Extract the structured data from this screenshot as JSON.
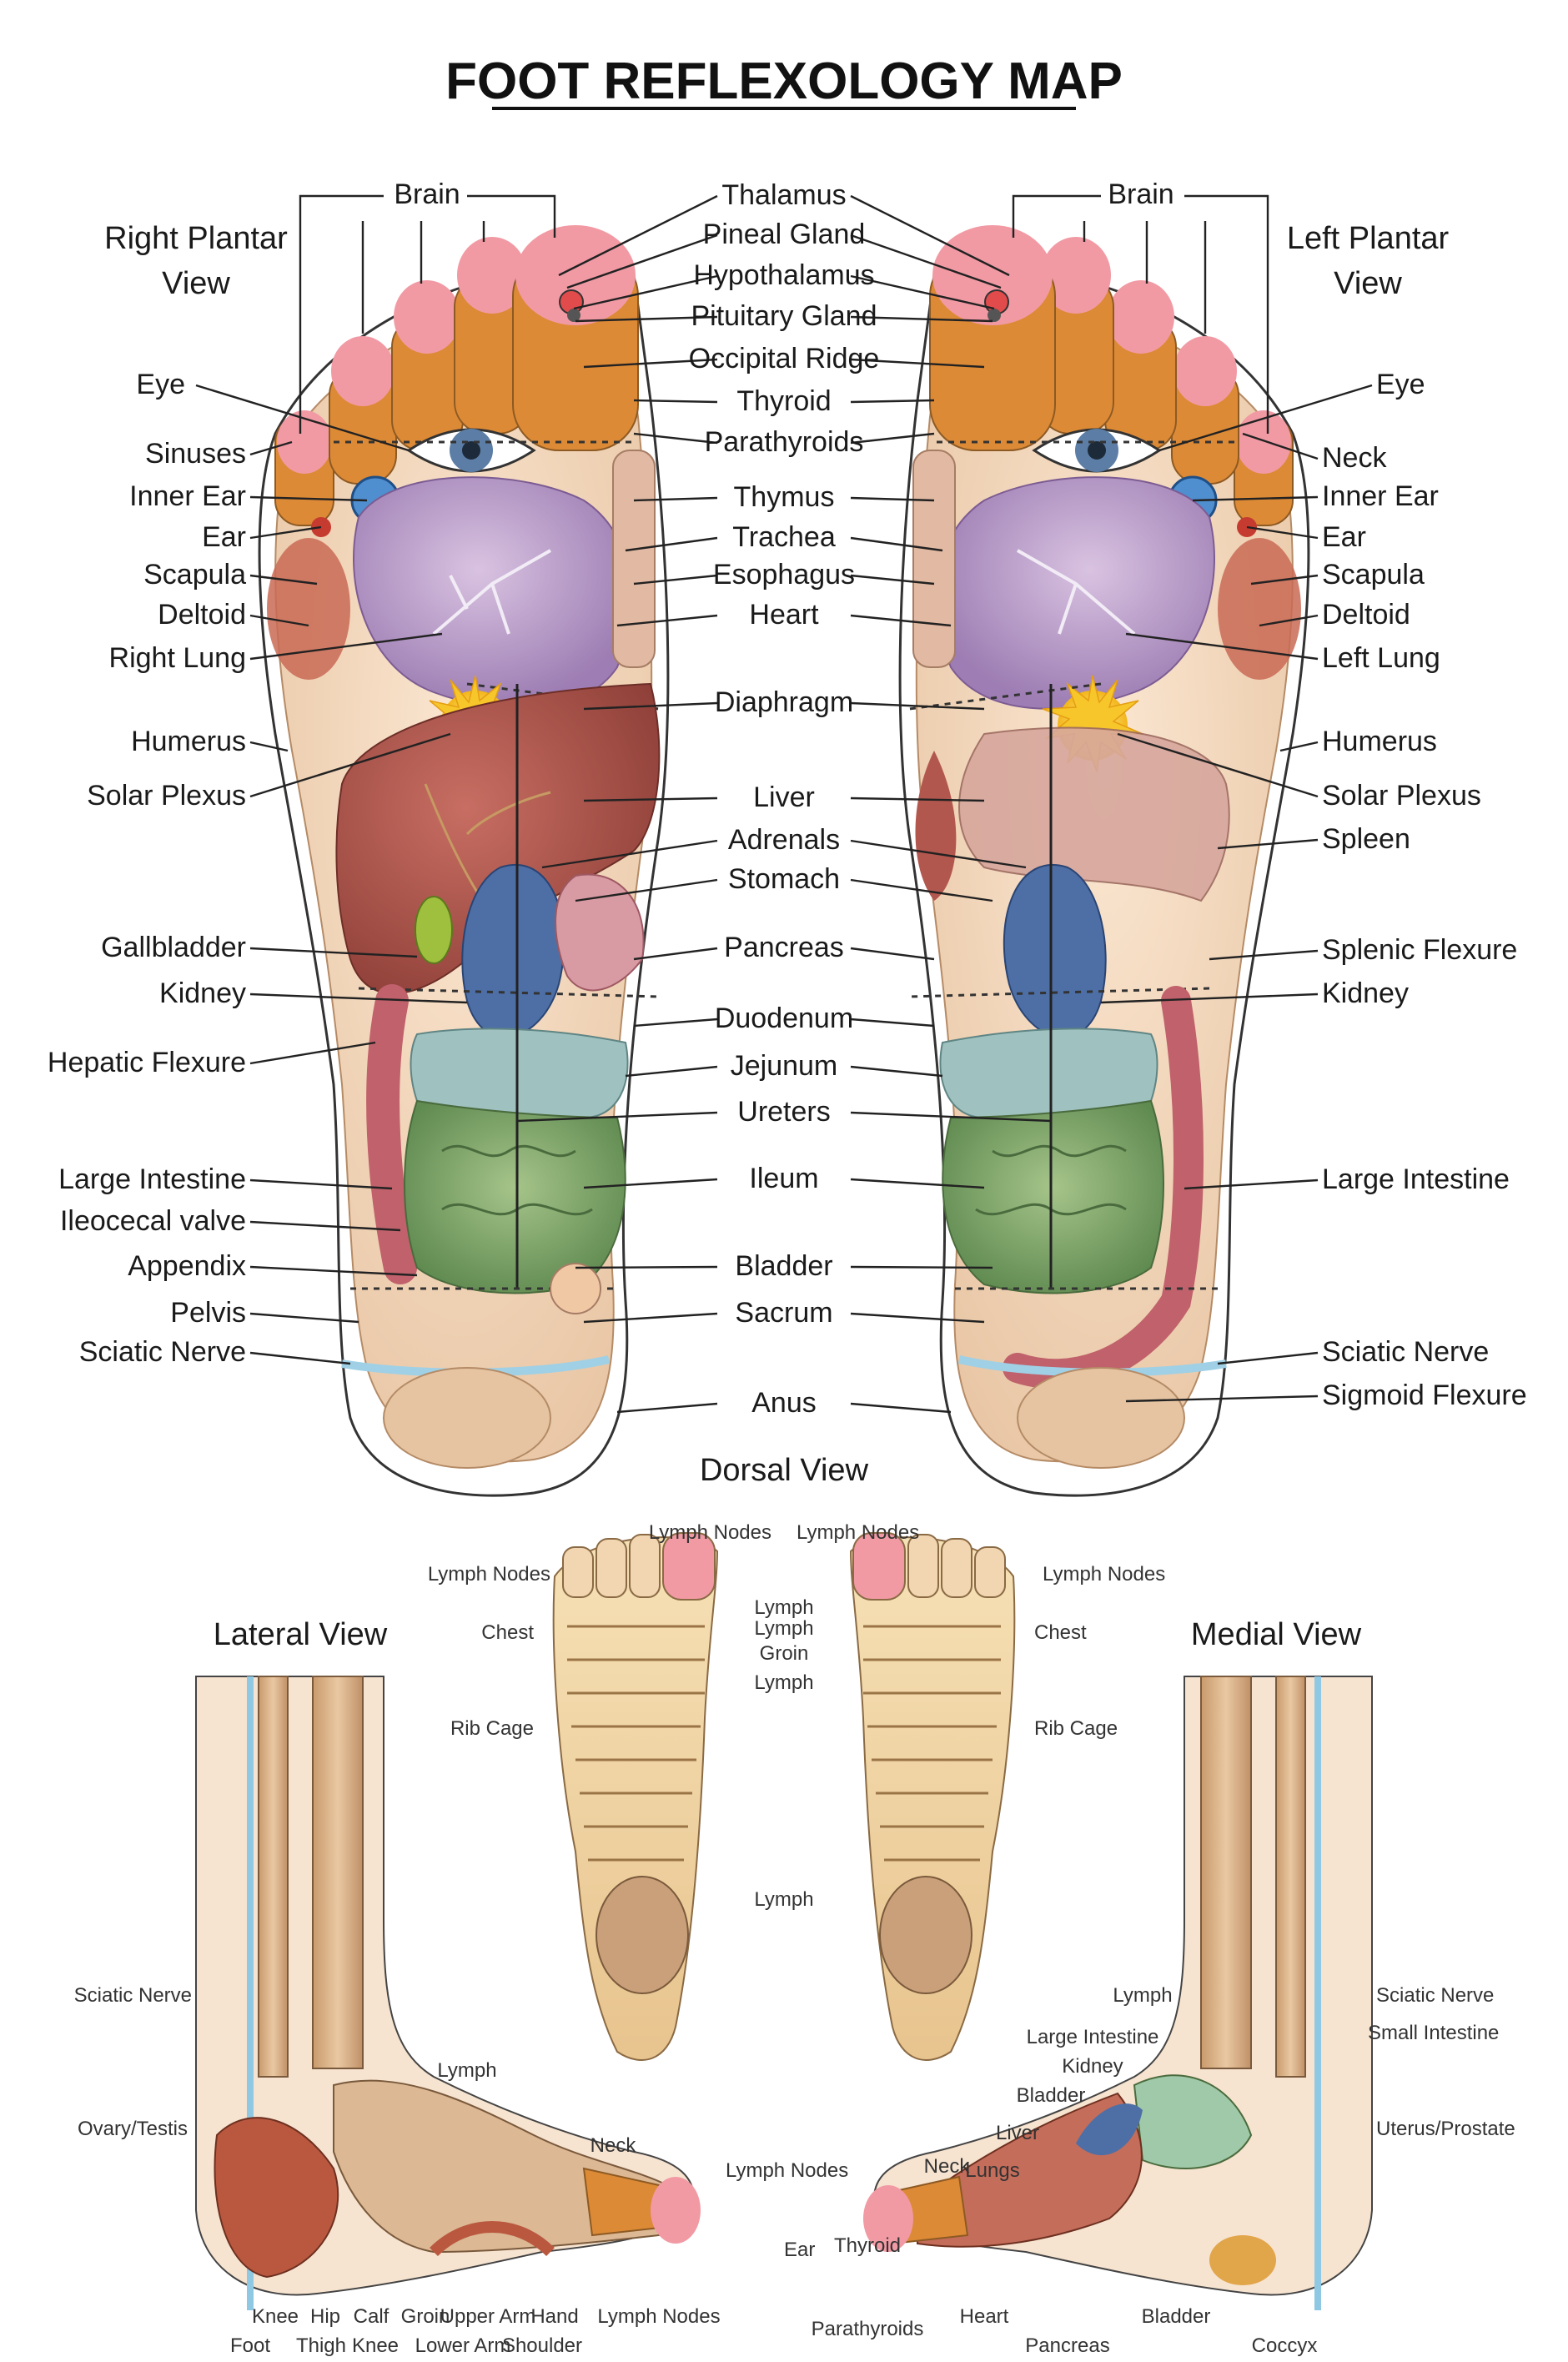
{
  "title": "FOOT REFLEXOLOGY MAP",
  "views": {
    "right_plantar": "Right Plantar\nView",
    "left_plantar": "Left Plantar\nView",
    "dorsal": "Dorsal View",
    "lateral": "Lateral View",
    "medial": "Medial View"
  },
  "brain_label": "Brain",
  "center_labels": [
    "Thalamus",
    "Pineal Gland",
    "Hypothalamus",
    "Pituitary Gland",
    "Occipital Ridge",
    "Thyroid",
    "Parathyroids",
    "Thymus",
    "Trachea",
    "Esophagus",
    "Heart",
    "Diaphragm",
    "Liver",
    "Adrenals",
    "Stomach",
    "Pancreas",
    "Duodenum",
    "Jejunum",
    "Ureters",
    "Ileum",
    "Bladder",
    "Sacrum",
    "Anus"
  ],
  "right_side_labels": [
    "Eye",
    "Sinuses",
    "Inner Ear",
    "Ear",
    "Scapula",
    "Deltoid",
    "Right Lung",
    "Humerus",
    "Solar Plexus",
    "Gallbladder",
    "Kidney",
    "Hepatic Flexure",
    "Large Intestine",
    "Ileocecal valve",
    "Appendix",
    "Pelvis",
    "Sciatic Nerve"
  ],
  "left_side_labels": [
    "Eye",
    "Neck",
    "Inner Ear",
    "Ear",
    "Scapula",
    "Deltoid",
    "Left Lung",
    "Humerus",
    "Solar Plexus",
    "Spleen",
    "Splenic Flexure",
    "Kidney",
    "Large Intestine",
    "Sciatic Nerve",
    "Sigmoid Flexure"
  ],
  "dorsal_labels": [
    "Lymph Nodes",
    "Lymph Nodes",
    "Chest",
    "Rib Cage",
    "Lymph",
    "Lymph",
    "Groin",
    "Lymph",
    "Chest",
    "Rib Cage",
    "Lymph",
    "Lymph Nodes",
    "Lymph Nodes"
  ],
  "lateral_labels": [
    "Sciatic Nerve",
    "Ovary/Testis",
    "Lymph",
    "Neck",
    "Lymph Nodes",
    "Ear",
    "Knee",
    "Hip",
    "Calf",
    "Groin",
    "Upper Arm",
    "Hand",
    "Lymph Nodes",
    "Foot",
    "Thigh",
    "Knee",
    "Lower Arm",
    "Shoulder"
  ],
  "medial_labels": [
    "Lymph",
    "Large Intestine",
    "Kidney",
    "Bladder",
    "Liver",
    "Lungs",
    "Neck",
    "Sciatic Nerve",
    "Small Intestine",
    "Uterus/Prostate",
    "Thyroid",
    "Parathyroids",
    "Heart",
    "Pancreas",
    "Bladder",
    "Coccyx"
  ],
  "colors": {
    "skin": "#f3d9bf",
    "toe_tip": "#f19aa4",
    "toe_band": "#dd8a36",
    "lung": "#b99bc9",
    "liver": "#b2574e",
    "kidney": "#4d6fa6",
    "small_intestine": "#86a86a",
    "jejunum": "#9fc2c0",
    "large_intestine": "#c0616b",
    "solar_plexus": "#f6c62a",
    "sciatic": "#9fd0e6"
  },
  "icons": [
    "eye-icon",
    "sun-icon"
  ]
}
